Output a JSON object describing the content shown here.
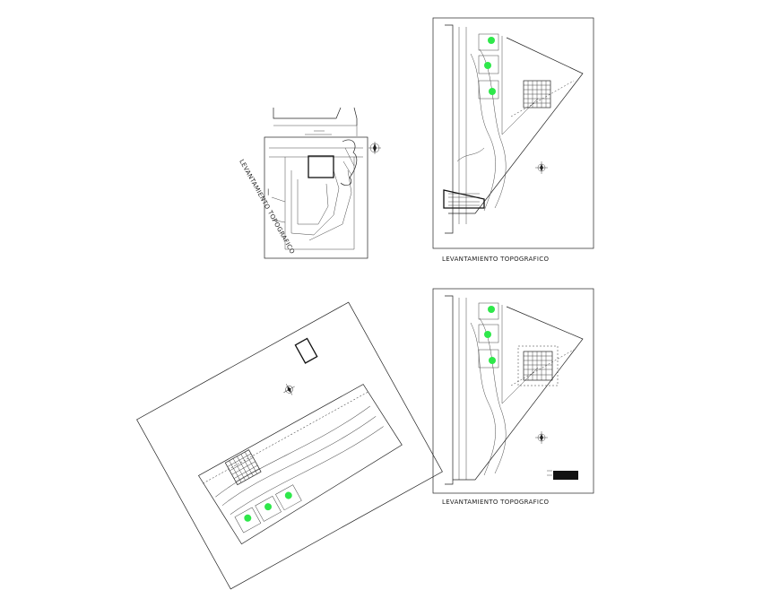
{
  "sheets": [
    {
      "id": "site-plan",
      "caption": ""
    },
    {
      "id": "topo-top",
      "caption": "LEVANTAMIENTO TOPOGRAFICO"
    },
    {
      "id": "topo-rotated",
      "caption": "LEVANTAMIENTO TOPOGRAFICO"
    },
    {
      "id": "topo-bottom",
      "caption": "LEVANTAMIENTO TOPOGRAFICO"
    }
  ],
  "colors": {
    "tree_marker": "#2ee84a",
    "linework": "#222222",
    "background": "#ffffff"
  },
  "icons": [
    "north-arrow-icon",
    "tree-symbol-icon"
  ]
}
